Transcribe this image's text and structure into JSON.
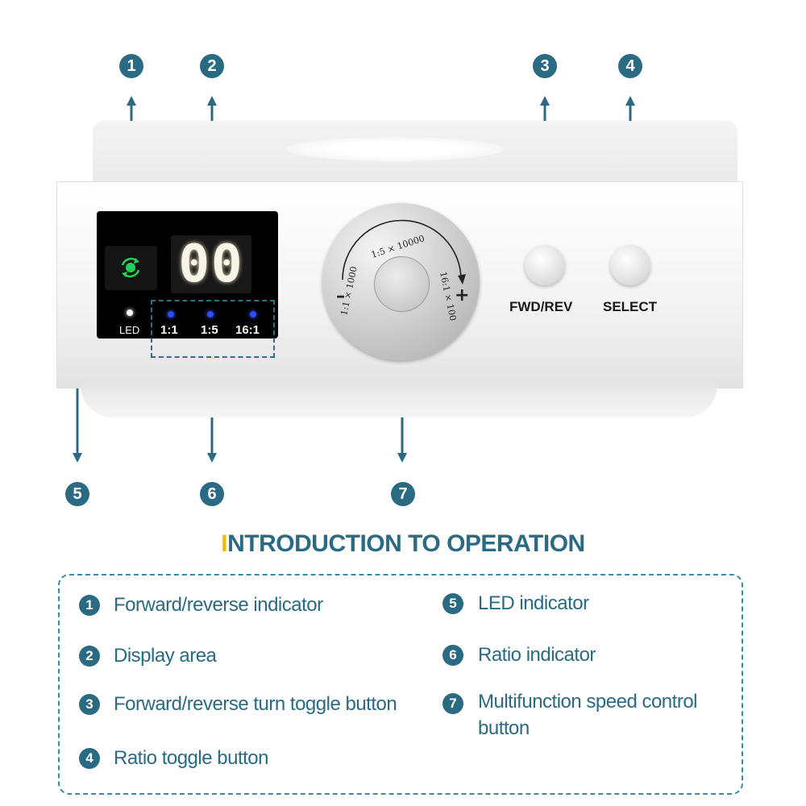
{
  "device": {
    "display_digits": "00",
    "led_label": "LED",
    "ratios": [
      "1:1",
      "1:5",
      "16:1"
    ],
    "knob_scale": {
      "top": "1:5 × 10000",
      "left": "1:1 × 1000",
      "right": "16:1 × 100",
      "minus": "–",
      "plus": "+"
    },
    "fwd_rev_label": "FWD/REV",
    "select_label": "SELECT"
  },
  "callouts": [
    "1",
    "2",
    "3",
    "4",
    "5",
    "6",
    "7"
  ],
  "section": {
    "title_first": "I",
    "title_rest": "NTRODUCTION TO OPERATION"
  },
  "legend": [
    {
      "num": "1",
      "text": "Forward/reverse indicator"
    },
    {
      "num": "2",
      "text": "Display area"
    },
    {
      "num": "3",
      "text": "Forward/reverse turn toggle button"
    },
    {
      "num": "4",
      "text": "Ratio toggle button"
    },
    {
      "num": "5",
      "text": "LED indicator"
    },
    {
      "num": "6",
      "text": "Ratio indicator"
    },
    {
      "num": "7",
      "text": "Multifunction speed control button"
    }
  ],
  "colors": {
    "accent": "#2a6a82",
    "title_highlight": "#f2b51b",
    "fr_indicator": "#1fd15a",
    "ratio_led": "#2d4bff"
  }
}
